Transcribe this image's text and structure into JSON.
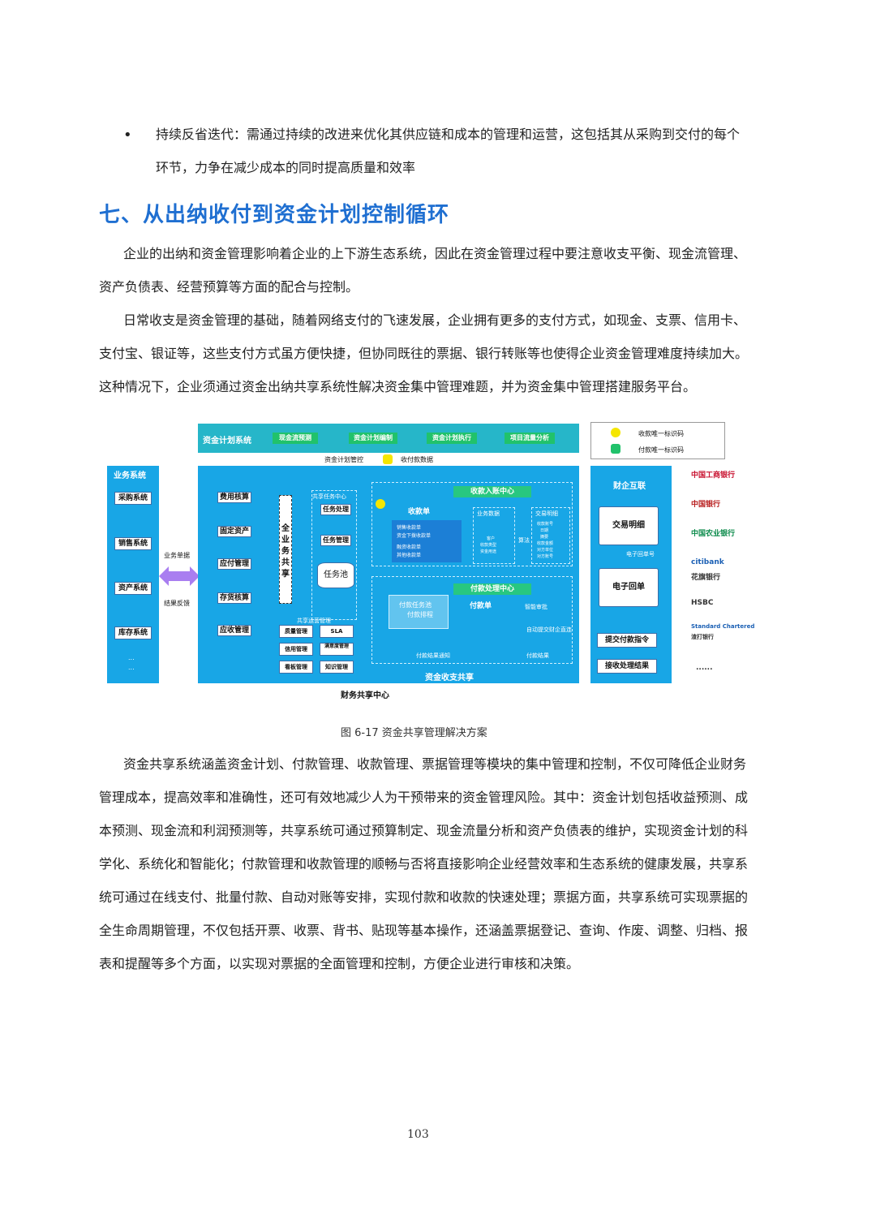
{
  "bullet": {
    "line1": "持续反省迭代：需通过持续的改进来优化其供应链和成本的管理和运营，这包括其从采购到交付的每个",
    "line2": "环节，力争在减少成本的同时提高质量和效率"
  },
  "section_title": "七、从出纳收付到资金计划控制循环",
  "para1": {
    "l1": "企业的出纳和资金管理影响着企业的上下游生态系统，因此在资金管理过程中要注意收支平衡、现金流管理、",
    "l2": "资产负债表、经营预算等方面的配合与控制。"
  },
  "para2": {
    "l1": "日常收支是资金管理的基础，随着网络支付的飞速发展，企业拥有更多的支付方式，如现金、支票、信用卡、",
    "l2": "支付宝、银证等，这些支付方式虽方便快捷，但协同既往的票据、银行转账等也使得企业资金管理难度持续加大。",
    "l3": "这种情况下，企业须通过资金出纳共享系统性解决资金集中管理难题，并为资金集中管理搭建服务平台。"
  },
  "diagram": {
    "plan_system": "资金计划系统",
    "plan_tabs": [
      "现金流预测",
      "资金计划编制",
      "资金计划执行",
      "项目流量分析"
    ],
    "plan_control": "资金计划管控",
    "receipt_data": "收付款数据",
    "legend": {
      "receive": "收款唯一标识码",
      "pay": "付款唯一标识码"
    },
    "biz_title": "业务系统",
    "biz_items": [
      "采购系统",
      "销售系统",
      "资产系统",
      "库存系统",
      "...",
      "..."
    ],
    "biz_doc": "业务单据",
    "result_feedback": "结果反馈",
    "fss_left": [
      "费用核算",
      "固定资产",
      "应付管理",
      "存货核算",
      "应收管理"
    ],
    "full_share": "全业务共享",
    "task_center": "共享任务中心",
    "task_process": "任务处理",
    "task_manage": "任务管理",
    "task_pool": "任务池",
    "ops_title": "共享运营管理",
    "ops_items": [
      "质量管理",
      "SLA",
      "信用管理",
      "满意度管理",
      "看板管理",
      "知识管理"
    ],
    "receipt_center": "收款入账中心",
    "receipt_form": "收款单",
    "receipt_list": [
      "销售收款单",
      "资金下拨收款单",
      "融资收款单",
      "其他收款单"
    ],
    "biz_data": "业务数据",
    "trade_detail": "交易明细",
    "biz_data_items": [
      "客户",
      "收款类型",
      "资金用途"
    ],
    "match": "算法",
    "trade_items": [
      "收款账号",
      "日期",
      "摘要",
      "收款金额",
      "对方单位",
      "对方账号"
    ],
    "payment_center": "付款处理中心",
    "pay_pool": "付款任务池",
    "pay_queue": "付款排程",
    "pay_form": "付款单",
    "smart_review": "智能审批",
    "auto_submit": "自动提交财企直连",
    "pay_result": "付款结果",
    "pay_notice": "付款结果通知",
    "fund_share": "资金收支共享",
    "bank_link": "财企互联",
    "trade_detail2": "交易明细",
    "e_receipt_no": "电子回单号",
    "e_receipt": "电子回单",
    "submit_pay": "提交付款指令",
    "receive_result": "接收处理结果",
    "banks": [
      "中国工商银行",
      "中国银行",
      "中国农业银行",
      "citibank",
      "花旗银行",
      "HSBC",
      "Standard Chartered",
      "渣打银行",
      "......"
    ],
    "fss_label": "财务共享中心"
  },
  "figure_caption": "图 6-17  资金共享管理解决方案",
  "para3": {
    "l1": "资金共享系统涵盖资金计划、付款管理、收款管理、票据管理等模块的集中管理和控制，不仅可降低企业财务",
    "l2": "管理成本，提高效率和准确性，还可有效地减少人为干预带来的资金管理风险。其中：资金计划包括收益预测、成",
    "l3": "本预测、现金流和利润预测等，共享系统可通过预算制定、现金流量分析和资产负债表的维护，实现资金计划的科",
    "l4": "学化、系统化和智能化；付款管理和收款管理的顺畅与否将直接影响企业经营效率和生态系统的健康发展，共享系",
    "l5": "统可通过在线支付、批量付款、自动对账等安排，实现付款和收款的快速处理；票据方面，共享系统可实现票据的",
    "l6": "全生命周期管理，不仅包括开票、收票、背书、贴现等基本操作，还涵盖票据登记、查询、作废、调整、归档、报",
    "l7": "表和提醒等多个方面，以实现对票据的全面管理和控制，方便企业进行审核和决策。"
  },
  "page_number": "103",
  "colors": {
    "heading": "#1f6fd1",
    "panel": "#18a6e6",
    "panel_dark": "#1480c8",
    "green": "#21c26b",
    "yellow": "#f5e600"
  }
}
